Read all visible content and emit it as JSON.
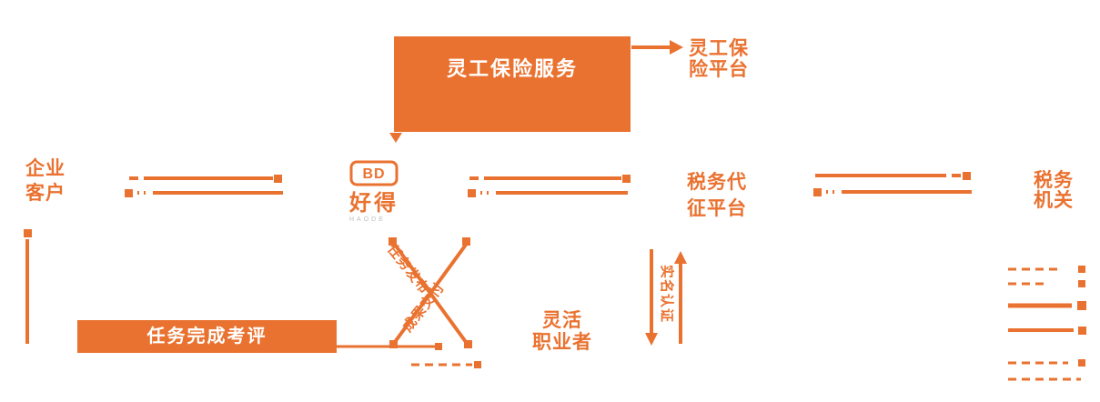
{
  "colors": {
    "accent": "#EA7230",
    "text_on_accent": "#FFFFFF",
    "brand_sub": "#BDBDBD"
  },
  "nodes": {
    "insurance_box": "灵工保险服务",
    "insurance_platform": [
      "灵工保",
      "险平台"
    ],
    "enterprise": [
      "企业",
      "客户"
    ],
    "tax_agency": [
      "税务代",
      "征平台"
    ],
    "tax_authority": [
      "税务",
      "机关"
    ],
    "worker": [
      "灵活",
      "职业者"
    ]
  },
  "brand": {
    "name": "好得",
    "sub": "HAODE",
    "mark": "BD"
  },
  "flows": {
    "evaluation": "任务完成考评",
    "diagonal_1": "任务发布",
    "diagonal_2": "成果交付",
    "vertical": "实名认证"
  }
}
